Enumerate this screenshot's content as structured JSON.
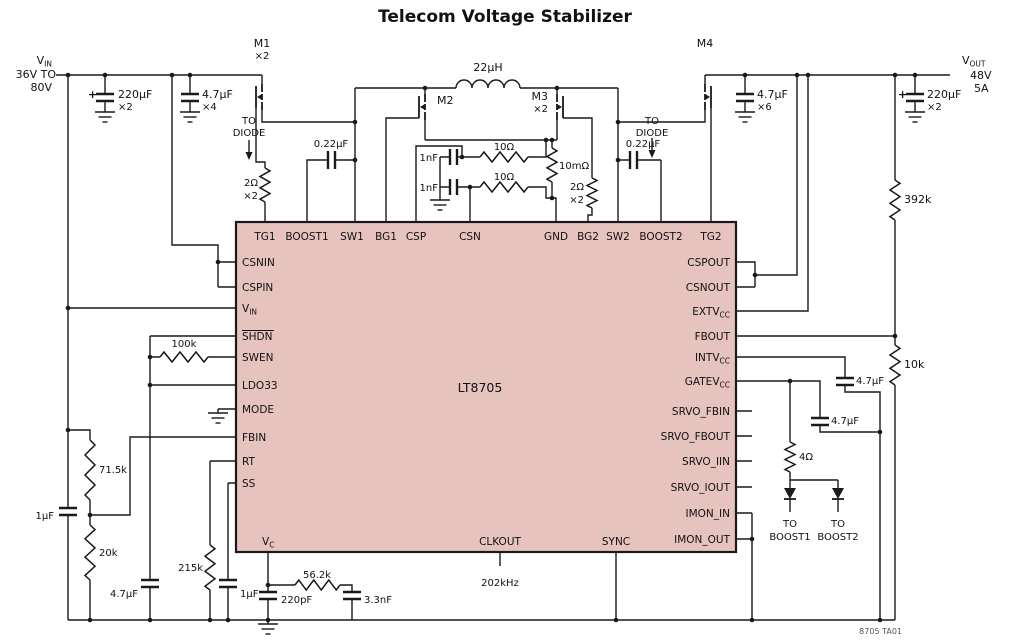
{
  "title": "Telecom Voltage Stabilizer",
  "source_rail": {
    "vin": {
      "t": "V",
      "s": "IN"
    },
    "vin_range_1": "36V TO",
    "vin_range_2": "80V",
    "vout": {
      "t": "V",
      "s": "OUT"
    },
    "vout_volts": "48V",
    "vout_amps": "5A"
  },
  "ic": {
    "part": "LT8705",
    "top_pins": [
      {
        "t": "TG1",
        "s": ""
      },
      {
        "t": "BOOST1",
        "s": ""
      },
      {
        "t": "SW1",
        "s": ""
      },
      {
        "t": "BG1",
        "s": ""
      },
      {
        "t": "CSP",
        "s": ""
      },
      {
        "t": "CSN",
        "s": ""
      },
      {
        "t": "GND",
        "s": ""
      },
      {
        "t": "BG2",
        "s": ""
      },
      {
        "t": "SW2",
        "s": ""
      },
      {
        "t": "BOOST2",
        "s": ""
      },
      {
        "t": "TG2",
        "s": ""
      }
    ],
    "left_pins": [
      {
        "t": "CSNIN",
        "s": ""
      },
      {
        "t": "CSPIN",
        "s": ""
      },
      {
        "t": "V",
        "s": "IN"
      },
      {
        "t": "SHDN",
        "s": ""
      },
      {
        "t": "SWEN",
        "s": ""
      },
      {
        "t": "LDO33",
        "s": ""
      },
      {
        "t": "MODE",
        "s": ""
      },
      {
        "t": "FBIN",
        "s": ""
      },
      {
        "t": "RT",
        "s": ""
      },
      {
        "t": "SS",
        "s": ""
      }
    ],
    "right_pins": [
      {
        "t": "CSPOUT",
        "s": ""
      },
      {
        "t": "CSNOUT",
        "s": ""
      },
      {
        "t": "EXTV",
        "s": "CC"
      },
      {
        "t": "FBOUT",
        "s": ""
      },
      {
        "t": "INTV",
        "s": "CC"
      },
      {
        "t": "GATEV",
        "s": "CC"
      },
      {
        "t": "SRVO_FBIN",
        "s": ""
      },
      {
        "t": "SRVO_FBOUT",
        "s": ""
      },
      {
        "t": "SRVO_IIN",
        "s": ""
      },
      {
        "t": "SRVO_IOUT",
        "s": ""
      },
      {
        "t": "IMON_IN",
        "s": ""
      },
      {
        "t": "IMON_OUT",
        "s": ""
      }
    ],
    "bottom_pins": [
      {
        "t": "V",
        "s": "C"
      },
      {
        "t": "CLKOUT",
        "s": ""
      },
      {
        "t": "SYNC",
        "s": ""
      }
    ]
  },
  "components": {
    "m1": {
      "name": "M1",
      "mult": "×2"
    },
    "m2": {
      "name": "M2"
    },
    "m3": {
      "name": "M3",
      "mult": "×2"
    },
    "m4": {
      "name": "M4"
    },
    "inductor": "22µH",
    "cin_bulk": {
      "polarity": "+",
      "value": "220µF",
      "mult": "×2"
    },
    "cin_cer": {
      "value": "4.7µF",
      "mult": "×4"
    },
    "cout_cer": {
      "value": "4.7µF",
      "mult": "×6"
    },
    "cout_bulk": {
      "polarity": "+",
      "value": "220µF",
      "mult": "×2"
    },
    "boost_cap_1": "0.22µF",
    "boost_cap_2": "0.22µF",
    "to_diode": {
      "l1": "TO",
      "l2": "DIODE"
    },
    "gate_res_1": {
      "value": "2Ω",
      "mult": "×2"
    },
    "gate_res_2": {
      "value": "2Ω",
      "mult": "×2"
    },
    "filter_cap_1": "1nF",
    "filter_cap_2": "1nF",
    "filter_res_1": "10Ω",
    "filter_res_2": "10Ω",
    "sense_res": "10mΩ",
    "fb_res_top": "392k",
    "fb_res_bot": "10k",
    "intvcc_cap": "4.7µF",
    "gatevcc_cap": "4.7µF",
    "boost_diode_res": "4Ω",
    "to_boost1": {
      "l1": "TO",
      "l2": "BOOST1"
    },
    "to_boost2": {
      "l1": "TO",
      "l2": "BOOST2"
    },
    "swen_res": "100k",
    "fbin_res_top": "71.5k",
    "fbin_res_bot": "20k",
    "vin_cap": "1µF",
    "ldo_cap": "4.7µF",
    "rt_res": "215k",
    "ss_cap": "1µF",
    "vc_res": "56.2k",
    "vc_cap1": "220pF",
    "vc_cap2": "3.3nF",
    "clkout_freq": "202kHz"
  },
  "footer": {
    "fig_id": "8705 TA01"
  }
}
